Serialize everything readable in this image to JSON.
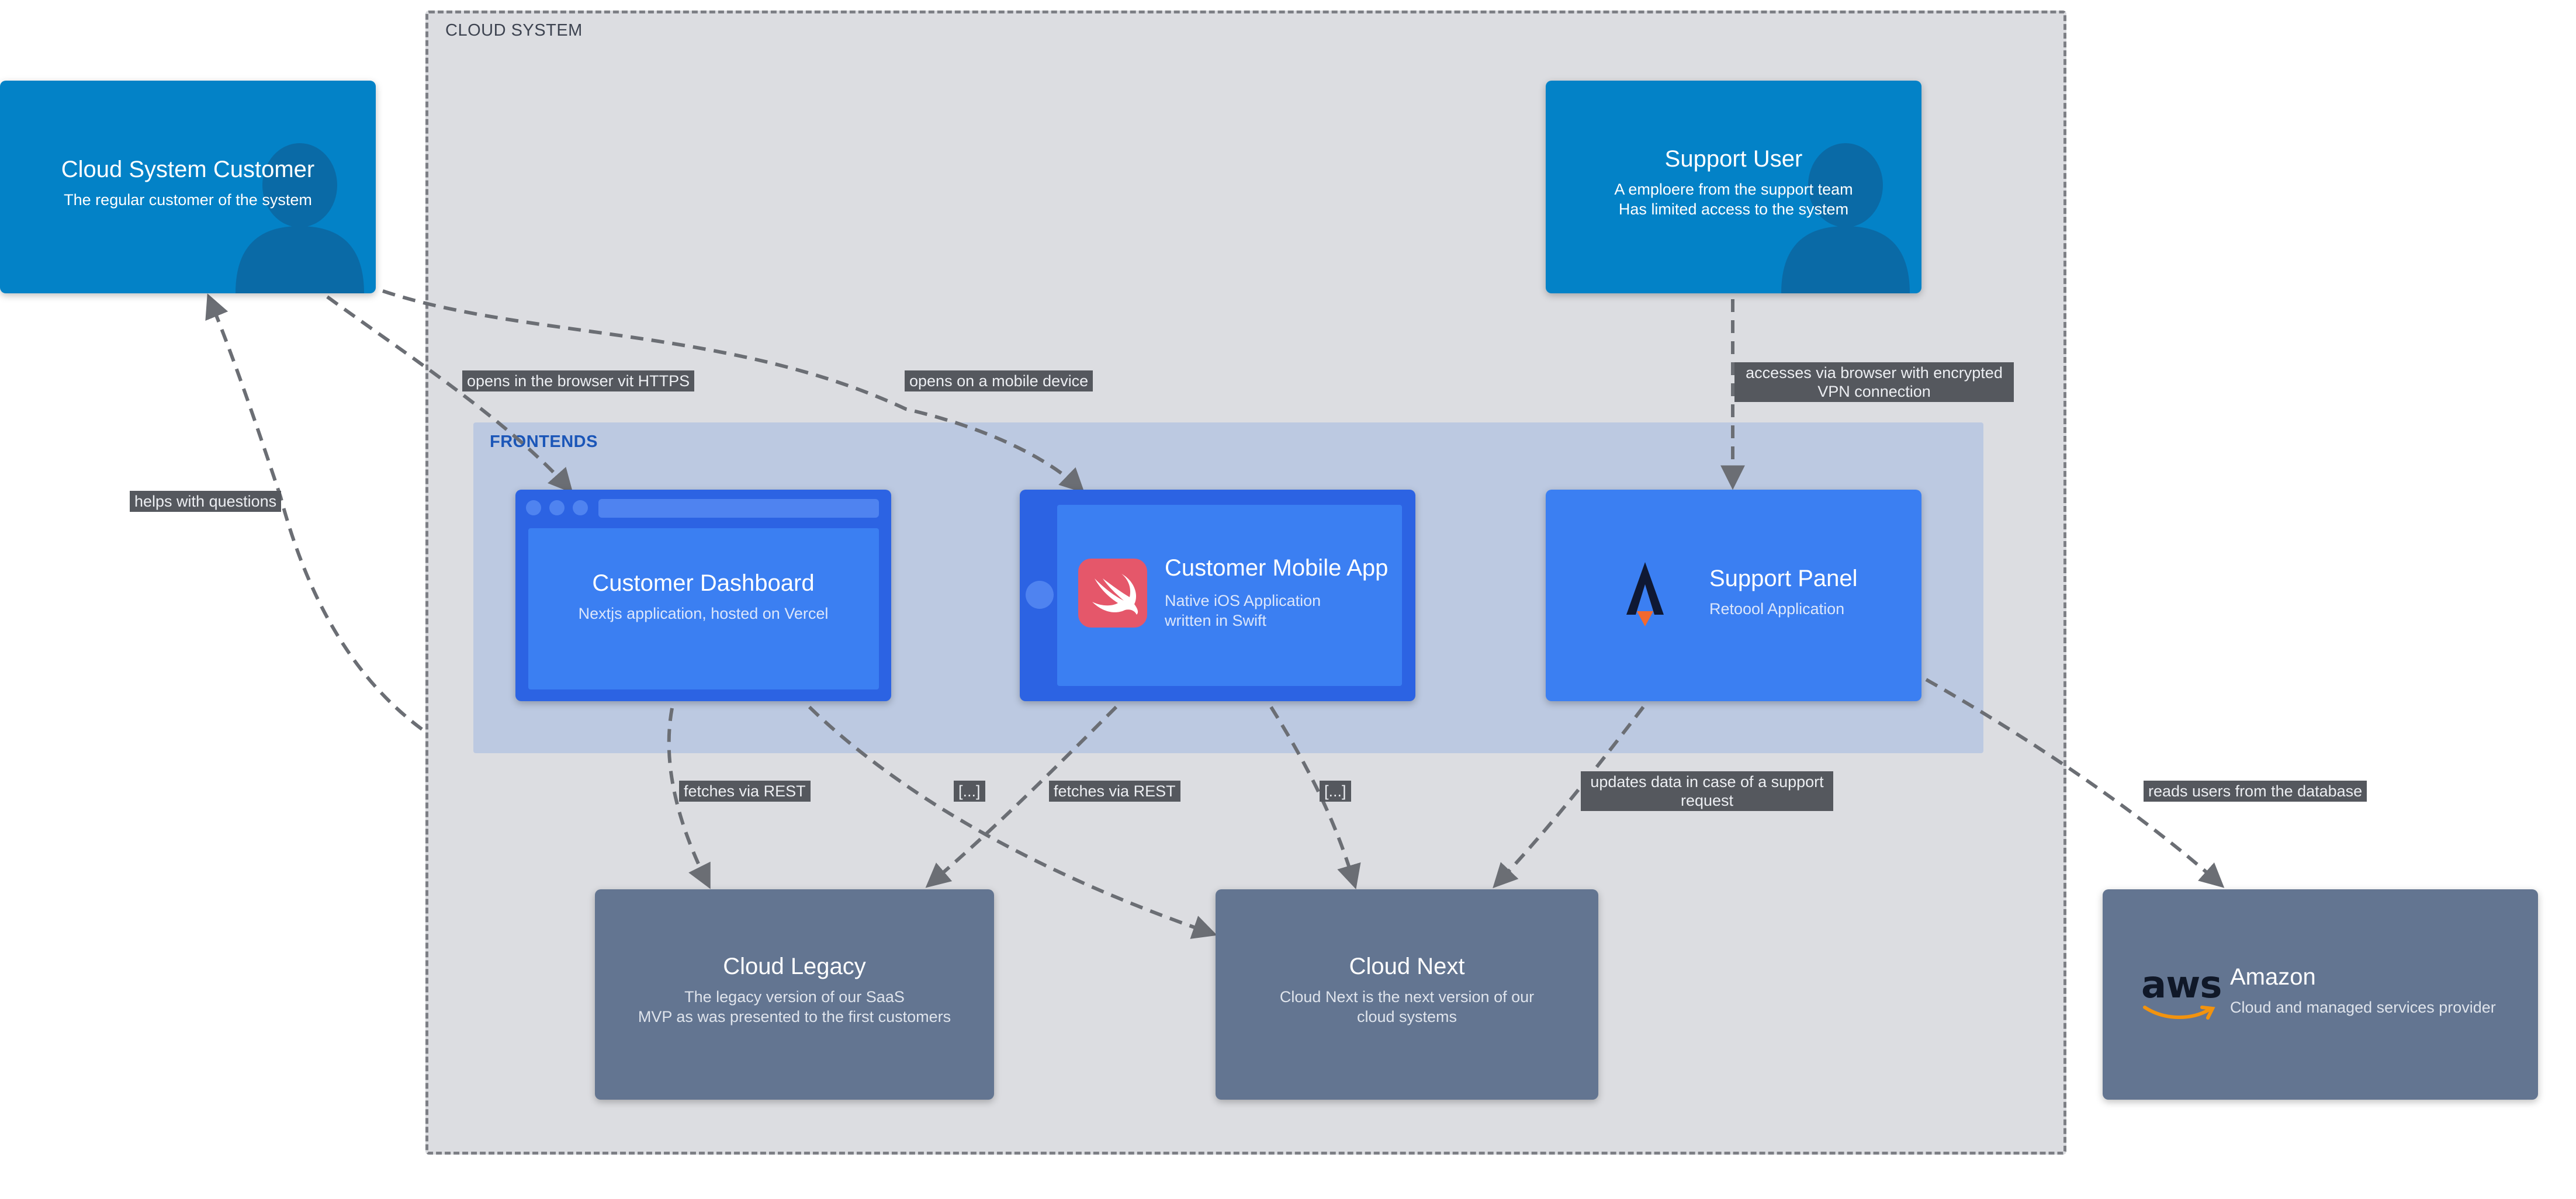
{
  "boundaries": {
    "cloud_system": "CLOUD SYSTEM",
    "frontends": "FRONTENDS"
  },
  "actors": {
    "customer": {
      "title": "Cloud System Customer",
      "description": "The regular customer of the system"
    },
    "support_user": {
      "title": "Support User",
      "description": "A emploere from the support team\nHas limited access to the system"
    }
  },
  "containers": {
    "dashboard": {
      "title": "Customer Dashboard",
      "description": "Nextjs application, hosted on Vercel"
    },
    "mobile_app": {
      "title": "Customer Mobile App",
      "description": "Native iOS Application\nwritten in Swift"
    },
    "support_panel": {
      "title": "Support Panel",
      "description": "Retoool Application"
    }
  },
  "systems": {
    "cloud_legacy": {
      "title": "Cloud Legacy",
      "description": "The legacy version of our SaaS\nMVP as was presented to the first customers"
    },
    "cloud_next": {
      "title": "Cloud Next",
      "description": "Cloud Next is the next version of our\ncloud systems"
    },
    "amazon": {
      "title": "Amazon",
      "description": "Cloud and managed services provider",
      "logo_text": "aws"
    }
  },
  "edges": {
    "opens_browser": "opens in the browser vit HTTPS",
    "opens_mobile": "opens on a mobile device",
    "support_access": "accesses via browser with encrypted\nVPN connection",
    "helps_questions": "helps with questions",
    "dashboard_legacy": "fetches via REST",
    "dashboard_next": "[...]",
    "mobile_legacy": "fetches via REST",
    "mobile_next": "[...]",
    "support_next": "updates data in case of a support\nrequest",
    "support_amazon": "reads users from the database"
  },
  "colors": {
    "person": "#0382c7",
    "container": "#3b7ff2",
    "system": "#637591",
    "edge": "#6b6e74"
  }
}
